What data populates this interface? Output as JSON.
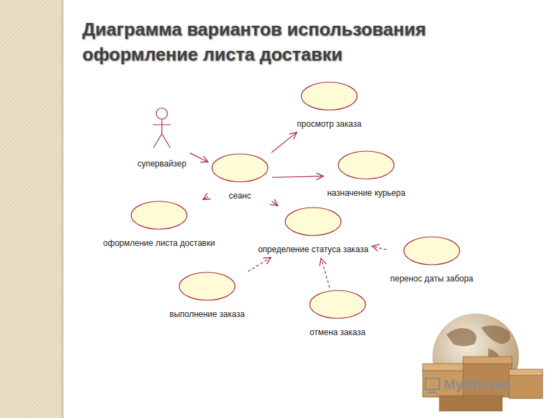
{
  "diagram": {
    "title": "Диаграмма вариантов использования оформление листа доставки",
    "nodes": [
      {
        "text": [
          "супервайзер"
        ]
      },
      {
        "text": [
          "просмотр заказа"
        ]
      },
      {
        "text": [
          "сеанс"
        ]
      },
      {
        "text": [
          "назначение курьера"
        ]
      },
      {
        "text": [
          "оформление листа доставки"
        ]
      },
      {
        "text": [
          "определение статуса заказа"
        ]
      },
      {
        "text": [
          "перенос даты забора"
        ]
      },
      {
        "text": [
          "выполнение заказа"
        ]
      },
      {
        "text": [
          "отмена заказа"
        ]
      }
    ],
    "edges": [
      {
        "from": 0,
        "to": 2,
        "arrow": "to"
      },
      {
        "from": 2,
        "to": 1,
        "arrow": "to"
      },
      {
        "from": 2,
        "to": 3,
        "arrow": "to"
      },
      {
        "from": 2,
        "to": 4,
        "arrow": "to"
      },
      {
        "from": 2,
        "to": 5,
        "arrow": "to"
      },
      {
        "from": 7,
        "to": 5,
        "arrow": "to"
      },
      {
        "from": 8,
        "to": 5,
        "arrow": "to"
      },
      {
        "from": 6,
        "to": 5,
        "arrow": "to"
      }
    ],
    "labels": [
      "MyShared"
    ]
  }
}
